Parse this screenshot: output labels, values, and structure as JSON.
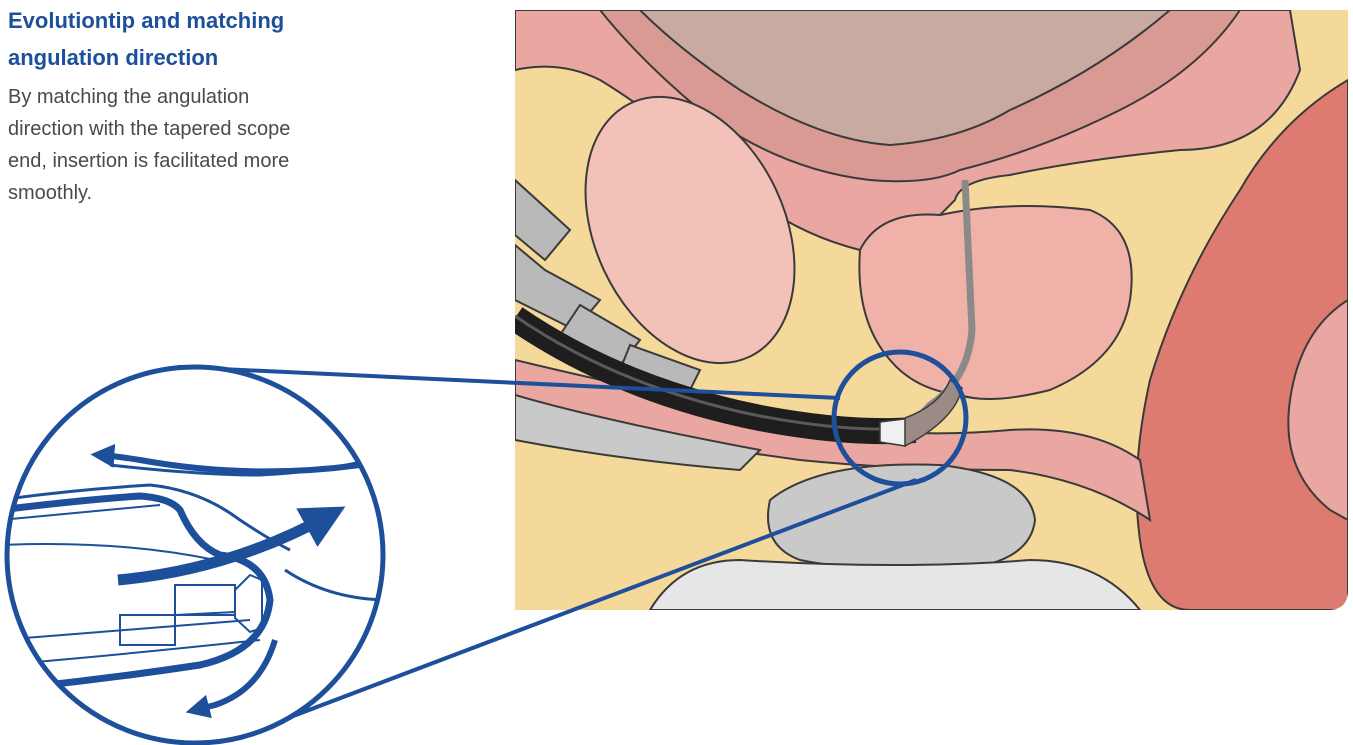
{
  "heading": {
    "line1": "Evolutiontip and matching",
    "line2": "angulation direction"
  },
  "description": {
    "line1": "By matching the angulation",
    "line2": "direction with the tapered scope",
    "line3": "end, insertion is facilitated more",
    "line4": "smoothly."
  },
  "colors": {
    "heading": "#1d4f9a",
    "body_text": "#4a4a4a",
    "diagram_blue": "#1d4f9a",
    "tissue_pink": "#eaa6a1",
    "muscle_red": "#de7b70",
    "fat_yellow": "#f5d99b",
    "bone_grey": "#c9c9c9",
    "scope_black": "#1e1e1e"
  }
}
